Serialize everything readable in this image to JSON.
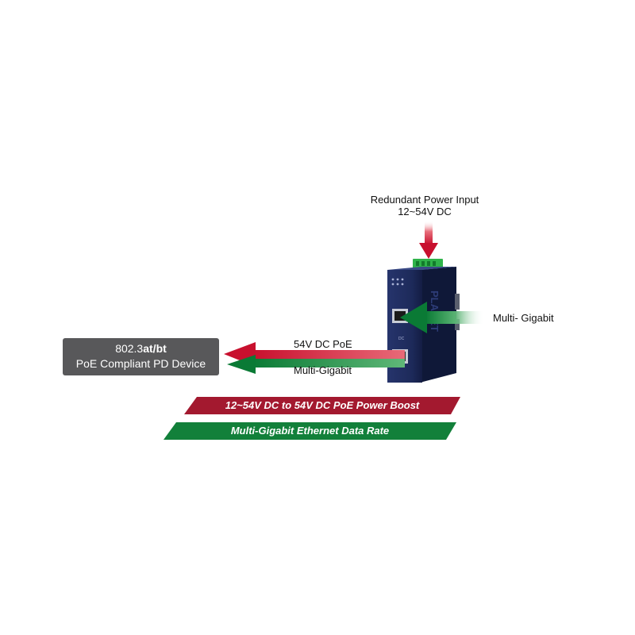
{
  "power_input": {
    "line1": "Redundant Power Input",
    "line2": "12~54V DC"
  },
  "uplink_label": "Multi- Gigabit",
  "poe_label": "54V DC PoE",
  "data_label": "Multi-Gigabit",
  "pd_device": {
    "line1_prefix": "802.3",
    "line1_bold": "at/bt",
    "line2": "PoE Compliant PD Device"
  },
  "banners": {
    "power": "12~54V DC to 54V DC PoE Power Boost",
    "data": "Multi-Gigabit Ethernet Data Rate"
  },
  "device": {
    "brand": "PLANET",
    "port_label": "DC"
  },
  "colors": {
    "red": "#c8102e",
    "green": "#0a7a35",
    "banner_red": "#a3192f",
    "banner_green": "#12803a",
    "device": "#1d2a5a",
    "pd_box": "#58585a"
  }
}
